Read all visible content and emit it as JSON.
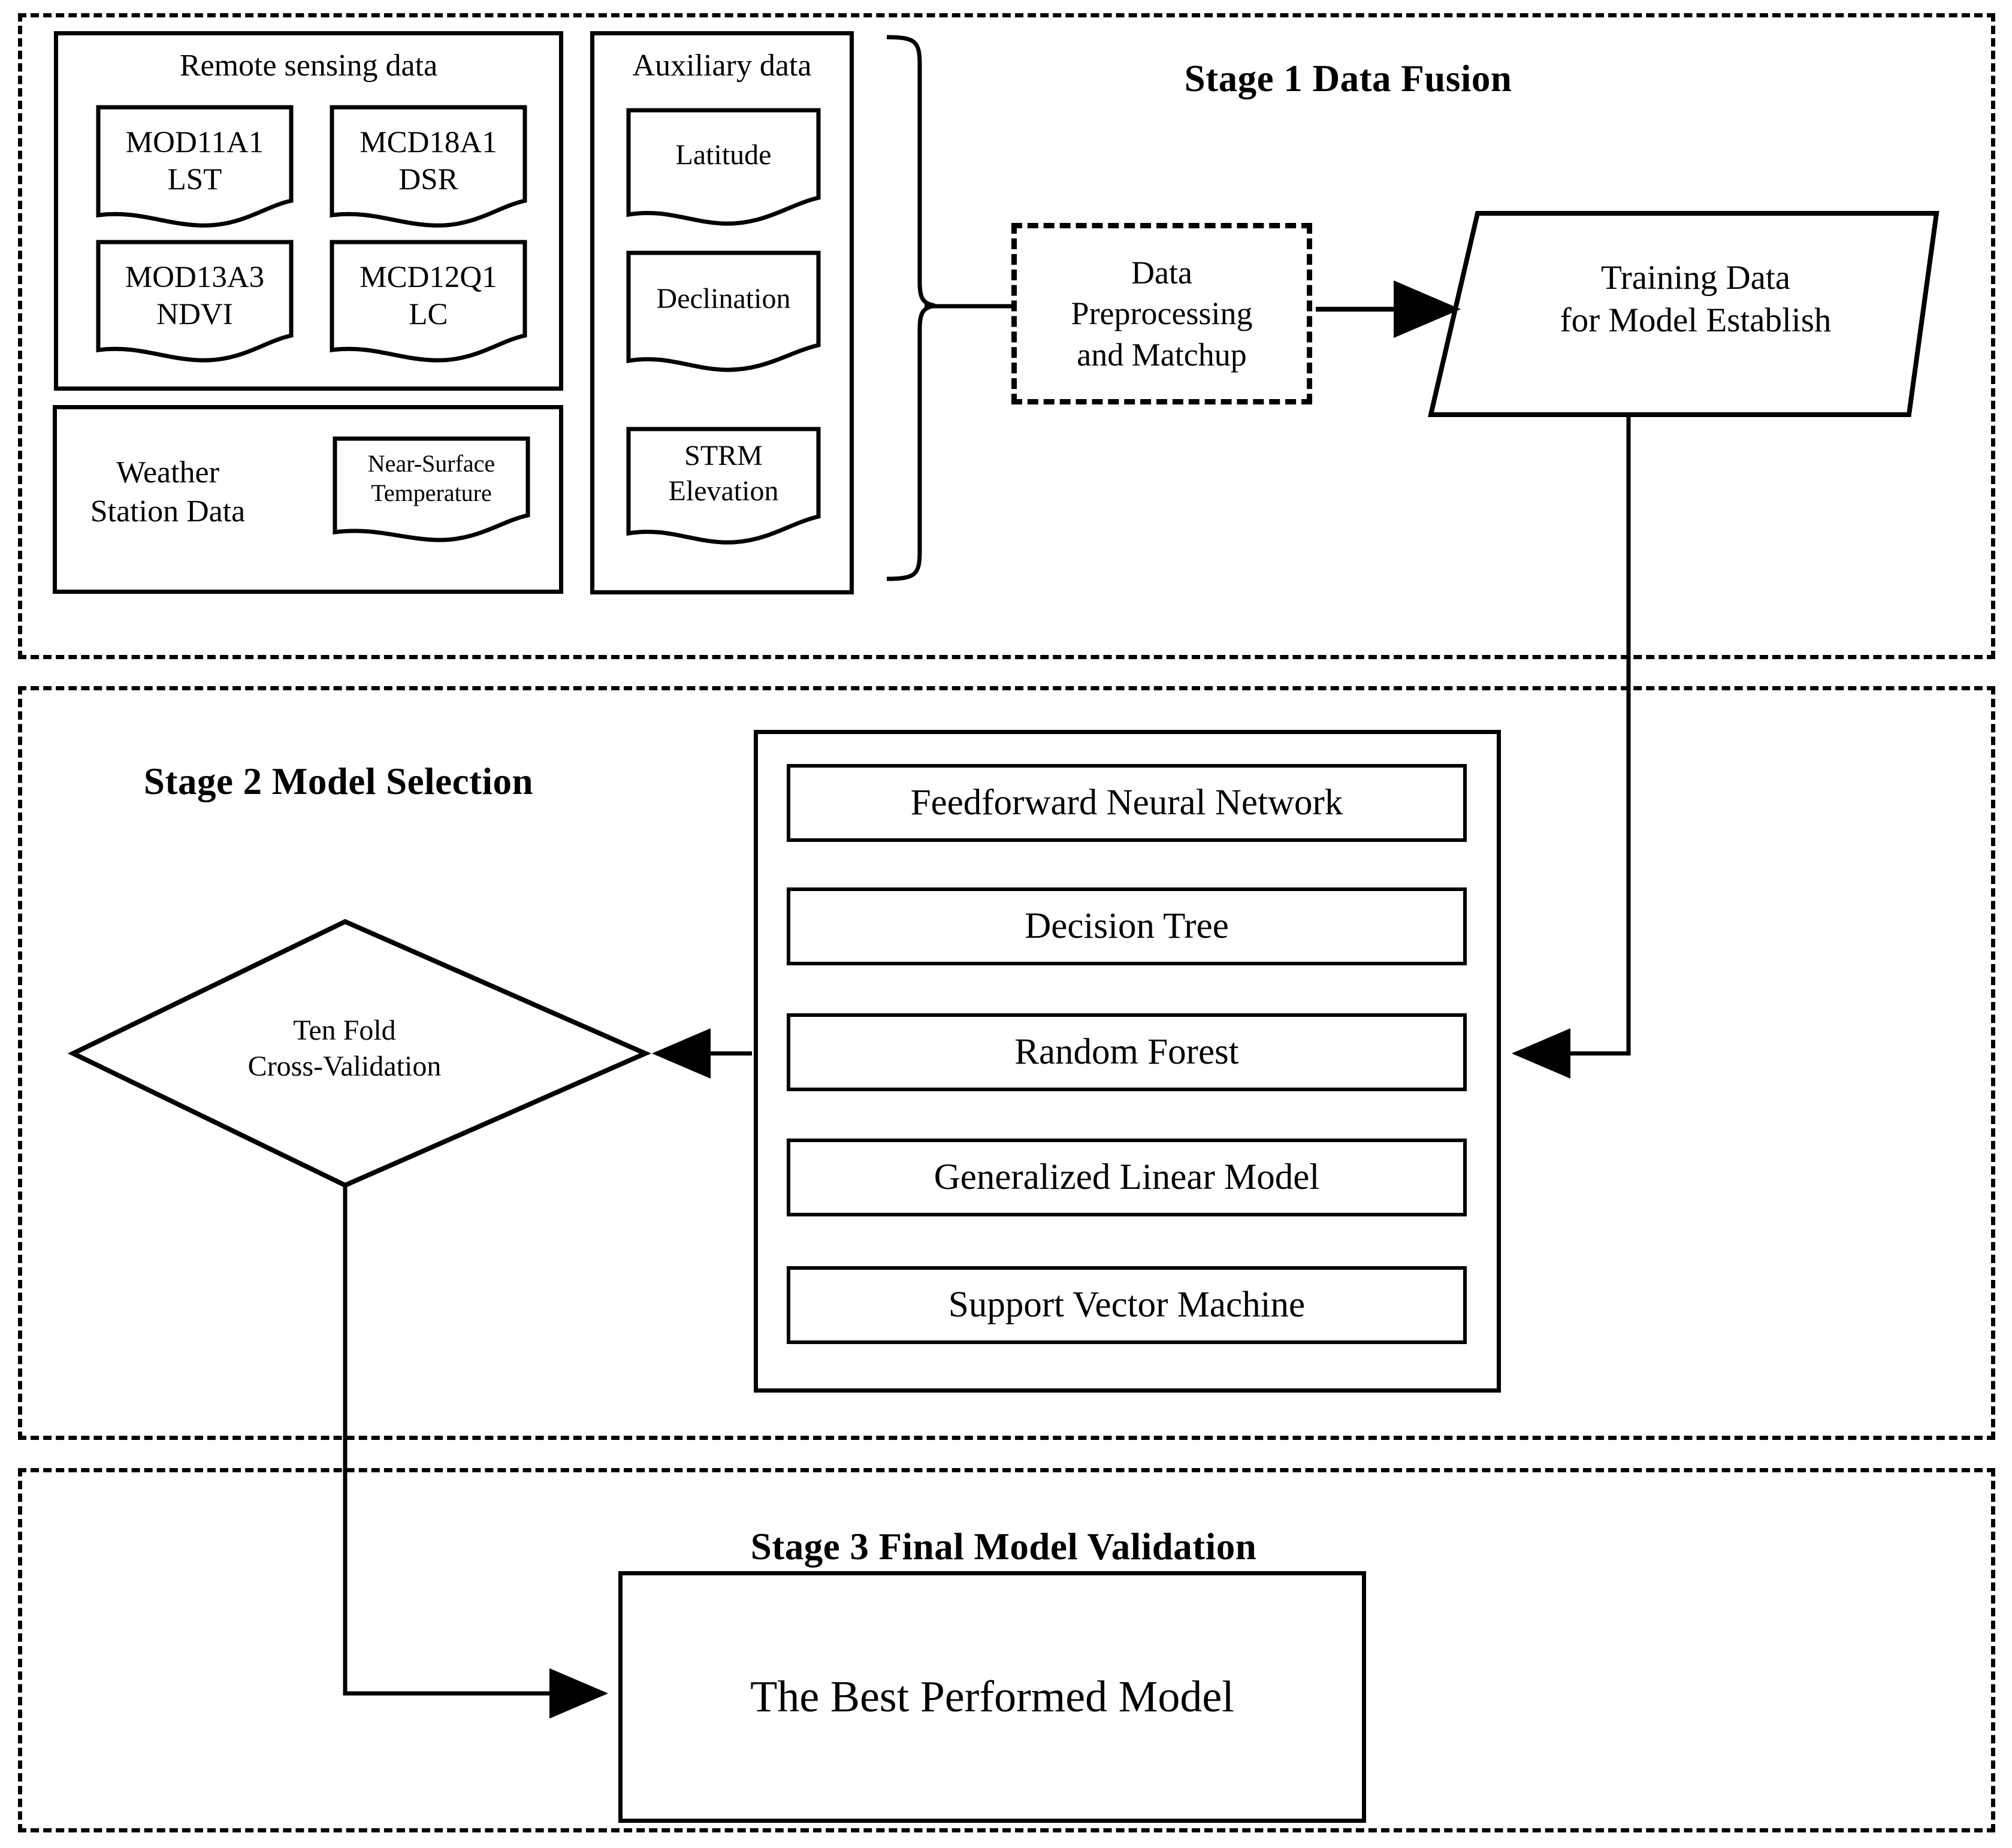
{
  "figure": {
    "type": "flowchart",
    "orientation": "three-stage vertical pipeline"
  },
  "stages": [
    {
      "id": "stage1",
      "title": "Stage 1 Data Fusion"
    },
    {
      "id": "stage2",
      "title": "Stage 2 Model Selection"
    },
    {
      "id": "stage3",
      "title": "Stage 3 Final Model Validation"
    }
  ],
  "remote_sensing": {
    "label": "Remote sensing data",
    "items": [
      {
        "line1": "MOD11A1",
        "line2": "LST",
        "text": "MOD11A1\nLST"
      },
      {
        "line1": "MCD18A1",
        "line2": "DSR",
        "text": "MCD18A1\nDSR"
      },
      {
        "line1": "MOD13A3",
        "line2": "NDVI",
        "text": "MOD13A3\nNDVI"
      },
      {
        "line1": "MCD12Q1",
        "line2": "LC",
        "text": "MCD12Q1\nLC"
      }
    ]
  },
  "weather_station": {
    "label": "Weather\nStation Data",
    "items": [
      {
        "text": "Near-Surface\nTemperature"
      }
    ]
  },
  "auxiliary": {
    "label": "Auxiliary data",
    "items": [
      {
        "text": "Latitude"
      },
      {
        "text": "Declination"
      },
      {
        "text": "STRM\nElevation"
      }
    ]
  },
  "preprocessing": {
    "text": "Data\nPreprocessing\nand Matchup",
    "style": "dashed-rectangle"
  },
  "training_data": {
    "text": "Training Data\nfor Model Establish",
    "style": "parallelogram"
  },
  "cross_validation": {
    "text": "Ten Fold\nCross-Validation",
    "style": "diamond"
  },
  "models": {
    "items": [
      {
        "label": "Feedforward Neural Network"
      },
      {
        "label": "Decision  Tree"
      },
      {
        "label": "Random Forest"
      },
      {
        "label": "Generalized  Linear  Model"
      },
      {
        "label": "Support Vector Machine"
      }
    ]
  },
  "best_model": {
    "text": "The Best Performed Model"
  },
  "colors": {
    "stroke": "#000000",
    "background": "#ffffff"
  }
}
